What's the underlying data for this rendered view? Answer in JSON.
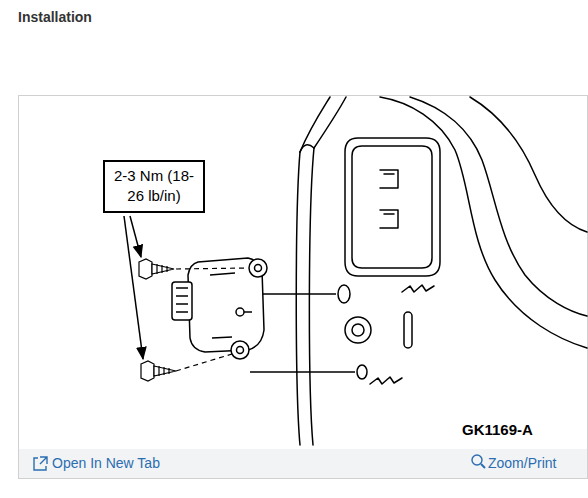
{
  "diagram": {
    "title": "Installation",
    "nodes": [
      {
        "text": [
          "2-3 Nm (18-26 lb/in)"
        ]
      }
    ],
    "labels": [
      "GK1169-A",
      "Open In New Tab",
      "Zoom/Print"
    ]
  }
}
